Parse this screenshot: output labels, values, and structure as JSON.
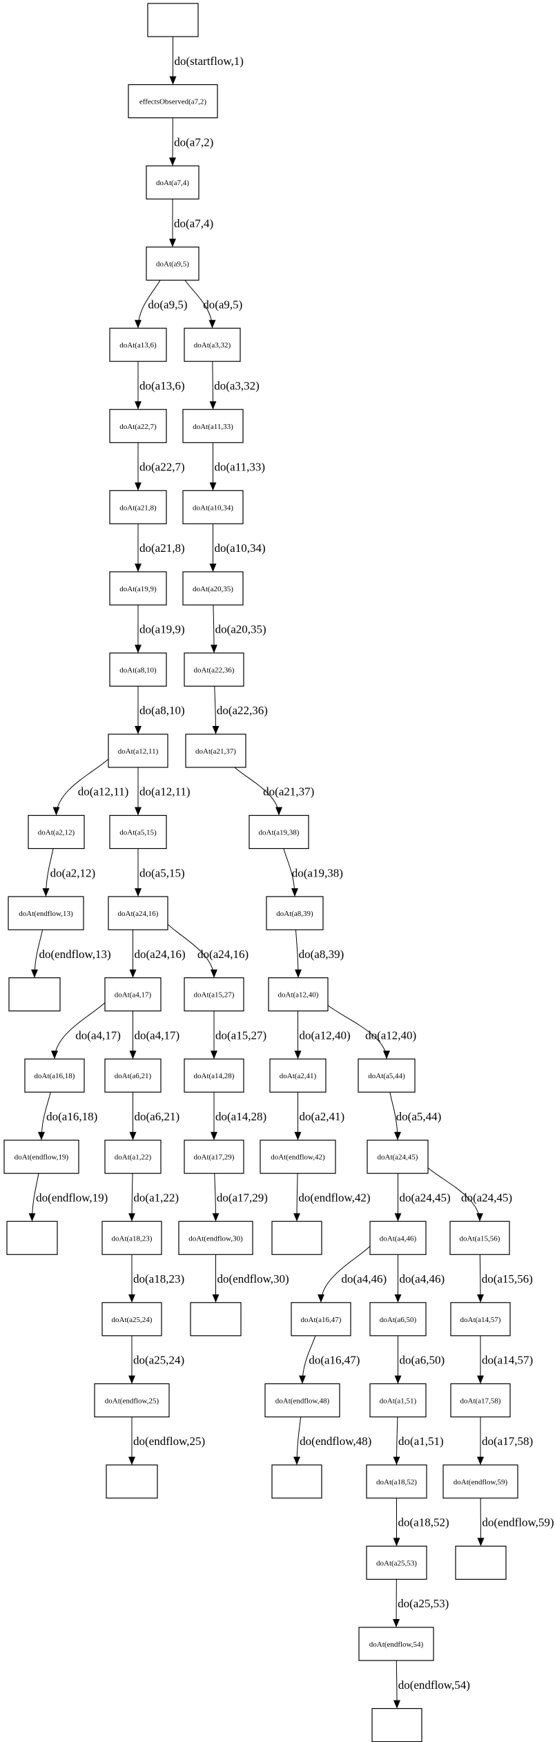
{
  "colors": {
    "stroke": "#000000",
    "background": "#ffffff"
  },
  "nodes": [
    {
      "id": "start",
      "label": ""
    },
    {
      "id": "effects",
      "label": "effectsObserved(a7,2)"
    },
    {
      "id": "a7_4",
      "label": "doAt(a7,4)"
    },
    {
      "id": "a9_5",
      "label": "doAt(a9,5)"
    },
    {
      "id": "a13_6",
      "label": "doAt(a13,6)"
    },
    {
      "id": "a22_7",
      "label": "doAt(a22,7)"
    },
    {
      "id": "a21_8",
      "label": "doAt(a21,8)"
    },
    {
      "id": "a19_9",
      "label": "doAt(a19,9)"
    },
    {
      "id": "a8_10",
      "label": "doAt(a8,10)"
    },
    {
      "id": "a12_11",
      "label": "doAt(a12,11)"
    },
    {
      "id": "a3_32",
      "label": "doAt(a3,32)"
    },
    {
      "id": "a11_33",
      "label": "doAt(a11,33)"
    },
    {
      "id": "a10_34",
      "label": "doAt(a10,34)"
    },
    {
      "id": "a20_35",
      "label": "doAt(a20,35)"
    },
    {
      "id": "a22_36",
      "label": "doAt(a22,36)"
    },
    {
      "id": "a21_37",
      "label": "doAt(a21,37)"
    },
    {
      "id": "a2_12",
      "label": "doAt(a2,12)"
    },
    {
      "id": "a5_15",
      "label": "doAt(a5,15)"
    },
    {
      "id": "a19_38",
      "label": "doAt(a19,38)"
    },
    {
      "id": "endflow_13",
      "label": "doAt(endflow,13)"
    },
    {
      "id": "a24_16",
      "label": "doAt(a24,16)"
    },
    {
      "id": "a8_39",
      "label": "doAt(a8,39)"
    },
    {
      "id": "end13",
      "label": ""
    },
    {
      "id": "a4_17",
      "label": "doAt(a4,17)"
    },
    {
      "id": "a15_27",
      "label": "doAt(a15,27)"
    },
    {
      "id": "a12_40",
      "label": "doAt(a12,40)"
    },
    {
      "id": "a16_18",
      "label": "doAt(a16,18)"
    },
    {
      "id": "a6_21",
      "label": "doAt(a6,21)"
    },
    {
      "id": "a14_28",
      "label": "doAt(a14,28)"
    },
    {
      "id": "a2_41",
      "label": "doAt(a2,41)"
    },
    {
      "id": "a5_44",
      "label": "doAt(a5,44)"
    },
    {
      "id": "endflow_19",
      "label": "doAt(endflow,19)"
    },
    {
      "id": "a1_22",
      "label": "doAt(a1,22)"
    },
    {
      "id": "a17_29",
      "label": "doAt(a17,29)"
    },
    {
      "id": "endflow_42",
      "label": "doAt(endflow,42)"
    },
    {
      "id": "a24_45",
      "label": "doAt(a24,45)"
    },
    {
      "id": "end19",
      "label": ""
    },
    {
      "id": "a18_23",
      "label": "doAt(a18,23)"
    },
    {
      "id": "endflow_30",
      "label": "doAt(endflow,30)"
    },
    {
      "id": "end42",
      "label": ""
    },
    {
      "id": "a4_46",
      "label": "doAt(a4,46)"
    },
    {
      "id": "a15_56",
      "label": "doAt(a15,56)"
    },
    {
      "id": "a25_24",
      "label": "doAt(a25,24)"
    },
    {
      "id": "end30",
      "label": ""
    },
    {
      "id": "a16_47",
      "label": "doAt(a16,47)"
    },
    {
      "id": "a6_50",
      "label": "doAt(a6,50)"
    },
    {
      "id": "a14_57",
      "label": "doAt(a14,57)"
    },
    {
      "id": "endflow_25",
      "label": "doAt(endflow,25)"
    },
    {
      "id": "endflow_48",
      "label": "doAt(endflow,48)"
    },
    {
      "id": "a1_51",
      "label": "doAt(a1,51)"
    },
    {
      "id": "a17_58",
      "label": "doAt(a17,58)"
    },
    {
      "id": "end25",
      "label": ""
    },
    {
      "id": "end48",
      "label": ""
    },
    {
      "id": "a18_52",
      "label": "doAt(a18,52)"
    },
    {
      "id": "endflow_59",
      "label": "doAt(endflow,59)"
    },
    {
      "id": "a25_53",
      "label": "doAt(a25,53)"
    },
    {
      "id": "end59",
      "label": ""
    },
    {
      "id": "endflow_54",
      "label": "doAt(endflow,54)"
    },
    {
      "id": "end54",
      "label": ""
    }
  ],
  "edges": [
    {
      "from": "start",
      "to": "effects",
      "label": "do(startflow,1)"
    },
    {
      "from": "effects",
      "to": "a7_4",
      "label": "do(a7,2)"
    },
    {
      "from": "a7_4",
      "to": "a9_5",
      "label": "do(a7,4)"
    },
    {
      "from": "a9_5",
      "to": "a13_6",
      "label": "do(a9,5)"
    },
    {
      "from": "a9_5",
      "to": "a3_32",
      "label": "do(a9,5)"
    },
    {
      "from": "a13_6",
      "to": "a22_7",
      "label": "do(a13,6)"
    },
    {
      "from": "a22_7",
      "to": "a21_8",
      "label": "do(a22,7)"
    },
    {
      "from": "a21_8",
      "to": "a19_9",
      "label": "do(a21,8)"
    },
    {
      "from": "a19_9",
      "to": "a8_10",
      "label": "do(a19,9)"
    },
    {
      "from": "a8_10",
      "to": "a12_11",
      "label": "do(a8,10)"
    },
    {
      "from": "a3_32",
      "to": "a11_33",
      "label": "do(a3,32)"
    },
    {
      "from": "a11_33",
      "to": "a10_34",
      "label": "do(a11,33)"
    },
    {
      "from": "a10_34",
      "to": "a20_35",
      "label": "do(a10,34)"
    },
    {
      "from": "a20_35",
      "to": "a22_36",
      "label": "do(a20,35)"
    },
    {
      "from": "a22_36",
      "to": "a21_37",
      "label": "do(a22,36)"
    },
    {
      "from": "a12_11",
      "to": "a2_12",
      "label": "do(a12,11)"
    },
    {
      "from": "a12_11",
      "to": "a5_15",
      "label": "do(a12,11)"
    },
    {
      "from": "a21_37",
      "to": "a19_38",
      "label": "do(a21,37)"
    },
    {
      "from": "a2_12",
      "to": "endflow_13",
      "label": "do(a2,12)"
    },
    {
      "from": "a5_15",
      "to": "a24_16",
      "label": "do(a5,15)"
    },
    {
      "from": "a19_38",
      "to": "a8_39",
      "label": "do(a19,38)"
    },
    {
      "from": "endflow_13",
      "to": "end13",
      "label": "do(endflow,13)"
    },
    {
      "from": "a24_16",
      "to": "a4_17",
      "label": "do(a24,16)"
    },
    {
      "from": "a24_16",
      "to": "a15_27",
      "label": "do(a24,16)"
    },
    {
      "from": "a8_39",
      "to": "a12_40",
      "label": "do(a8,39)"
    },
    {
      "from": "a4_17",
      "to": "a16_18",
      "label": "do(a4,17)"
    },
    {
      "from": "a4_17",
      "to": "a6_21",
      "label": "do(a4,17)"
    },
    {
      "from": "a15_27",
      "to": "a14_28",
      "label": "do(a15,27)"
    },
    {
      "from": "a12_40",
      "to": "a2_41",
      "label": "do(a12,40)"
    },
    {
      "from": "a12_40",
      "to": "a5_44",
      "label": "do(a12,40)"
    },
    {
      "from": "a16_18",
      "to": "endflow_19",
      "label": "do(a16,18)"
    },
    {
      "from": "a6_21",
      "to": "a1_22",
      "label": "do(a6,21)"
    },
    {
      "from": "a14_28",
      "to": "a17_29",
      "label": "do(a14,28)"
    },
    {
      "from": "a2_41",
      "to": "endflow_42",
      "label": "do(a2,41)"
    },
    {
      "from": "a5_44",
      "to": "a24_45",
      "label": "do(a5,44)"
    },
    {
      "from": "endflow_19",
      "to": "end19",
      "label": "do(endflow,19)"
    },
    {
      "from": "a1_22",
      "to": "a18_23",
      "label": "do(a1,22)"
    },
    {
      "from": "a17_29",
      "to": "endflow_30",
      "label": "do(a17,29)"
    },
    {
      "from": "endflow_42",
      "to": "end42",
      "label": "do(endflow,42)"
    },
    {
      "from": "a24_45",
      "to": "a4_46",
      "label": "do(a24,45)"
    },
    {
      "from": "a24_45",
      "to": "a15_56",
      "label": "do(a24,45)"
    },
    {
      "from": "a18_23",
      "to": "a25_24",
      "label": "do(a18,23)"
    },
    {
      "from": "endflow_30",
      "to": "end30",
      "label": "do(endflow,30)"
    },
    {
      "from": "a4_46",
      "to": "a16_47",
      "label": "do(a4,46)"
    },
    {
      "from": "a4_46",
      "to": "a6_50",
      "label": "do(a4,46)"
    },
    {
      "from": "a15_56",
      "to": "a14_57",
      "label": "do(a15,56)"
    },
    {
      "from": "a25_24",
      "to": "endflow_25",
      "label": "do(a25,24)"
    },
    {
      "from": "a16_47",
      "to": "endflow_48",
      "label": "do(a16,47)"
    },
    {
      "from": "a6_50",
      "to": "a1_51",
      "label": "do(a6,50)"
    },
    {
      "from": "a14_57",
      "to": "a17_58",
      "label": "do(a14,57)"
    },
    {
      "from": "endflow_25",
      "to": "end25",
      "label": "do(endflow,25)"
    },
    {
      "from": "endflow_48",
      "to": "end48",
      "label": "do(endflow,48)"
    },
    {
      "from": "a1_51",
      "to": "a18_52",
      "label": "do(a1,51)"
    },
    {
      "from": "a17_58",
      "to": "endflow_59",
      "label": "do(a17,58)"
    },
    {
      "from": "a18_52",
      "to": "a25_53",
      "label": "do(a18,52)"
    },
    {
      "from": "endflow_59",
      "to": "end59",
      "label": "do(endflow,59)"
    },
    {
      "from": "a25_53",
      "to": "endflow_54",
      "label": "do(a25,53)"
    },
    {
      "from": "endflow_54",
      "to": "end54",
      "label": "do(endflow,54)"
    }
  ]
}
